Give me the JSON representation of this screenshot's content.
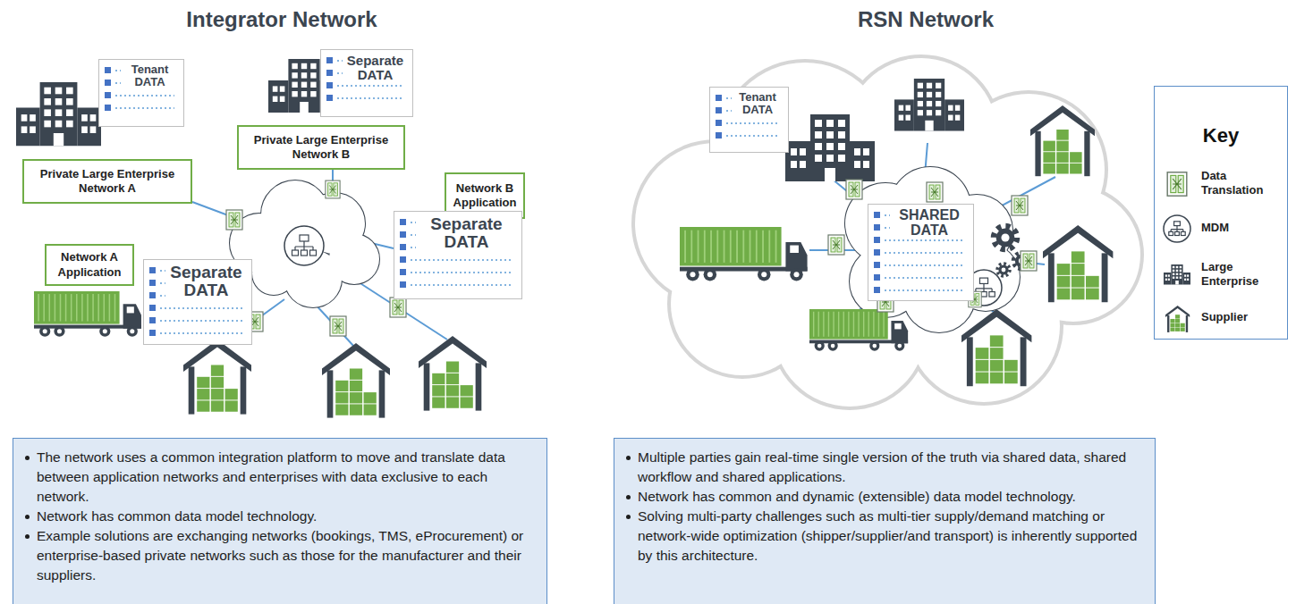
{
  "diagram": {
    "nodes": [
      {
        "text": [
          "Tenant DATA"
        ]
      },
      {
        "text": [
          "Private Large Enterprise Network A"
        ]
      },
      {
        "text": [
          "Separate DATA"
        ]
      },
      {
        "text": [
          "Private Large Enterprise Network B"
        ]
      },
      {
        "text": [
          "Network B Application"
        ]
      },
      {
        "text": [
          "Separate DATA"
        ]
      },
      {
        "text": [
          "Network A Application"
        ]
      },
      {
        "text": [
          "Separate DATA"
        ]
      },
      {
        "text": [
          "The network uses a common integration platform to move and translate data between application networks and enterprises with data exclusive to each network.",
          "Network has common data model technology.",
          "Example solutions are exchanging networks (bookings, TMS, eProcurement) or enterprise-based private networks such as those for the manufacturer and their suppliers."
        ]
      },
      {
        "text": [
          "Tenant DATA"
        ]
      },
      {
        "text": [
          "SHARED DATA"
        ]
      },
      {
        "text": [
          "Multiple parties gain real-time single version of the truth via shared data, shared workflow and shared applications.",
          "Network has common and dynamic (extensible) data model technology.",
          "Solving multi-party challenges such as multi-tier supply/demand matching or network-wide optimization (shipper/supplier/and transport) is inherently supported by this architecture."
        ]
      },
      {
        "text": [
          "Key"
        ]
      }
    ],
    "labels": [
      "Integrator Network",
      "RSN Network"
    ],
    "legend": [
      {
        "text": "Data Translation"
      },
      {
        "text": "MDM"
      },
      {
        "text": "Large Enterprise"
      },
      {
        "text": "Supplier"
      }
    ]
  }
}
